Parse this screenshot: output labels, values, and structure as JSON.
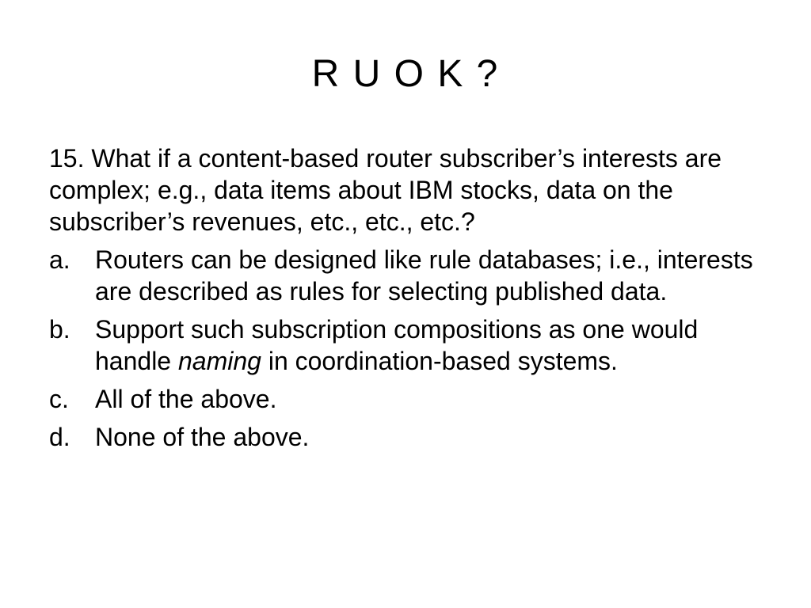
{
  "slide": {
    "title": "R U O K ?",
    "question": "15. What if a content-based router subscriber’s interests are complex; e.g., data items about IBM stocks, data on the subscriber’s revenues, etc., etc., etc.?",
    "options": [
      {
        "letter": "a.",
        "text": "Routers can be designed like rule databases; i.e., interests are described as rules for selecting published data."
      },
      {
        "letter": "b.",
        "text_before": "Support such subscription compositions as one would handle ",
        "text_emphasis": "naming",
        "text_after": " in coordination-based systems."
      },
      {
        "letter": "c.",
        "text": "All of the above."
      },
      {
        "letter": "d.",
        "text": "None of the above."
      }
    ]
  }
}
